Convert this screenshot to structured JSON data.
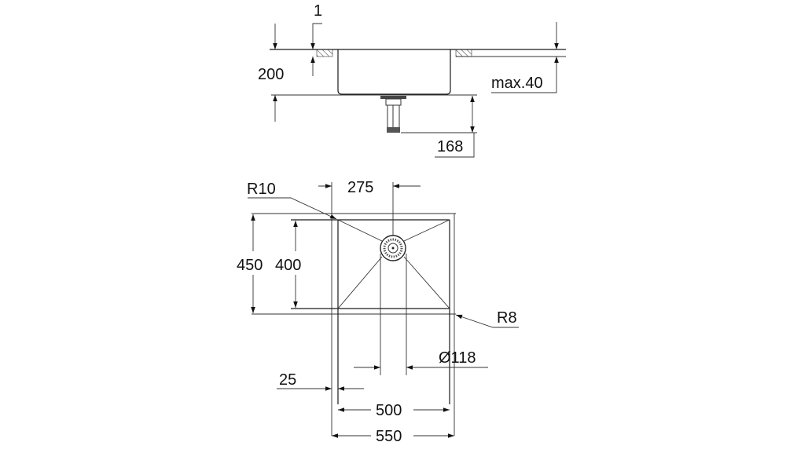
{
  "side_view": {
    "dim_thickness": "1",
    "dim_depth": "200",
    "dim_counter": "max.40",
    "dim_drain": "168"
  },
  "top_view": {
    "radius_inner": "R10",
    "radius_outer": "R8",
    "dim_drain_offset": "275",
    "dim_outer_depth": "450",
    "dim_inner_depth": "400",
    "dim_drain_diameter": "Ø118",
    "dim_rim": "25",
    "dim_inner_width": "500",
    "dim_outer_width": "550"
  }
}
